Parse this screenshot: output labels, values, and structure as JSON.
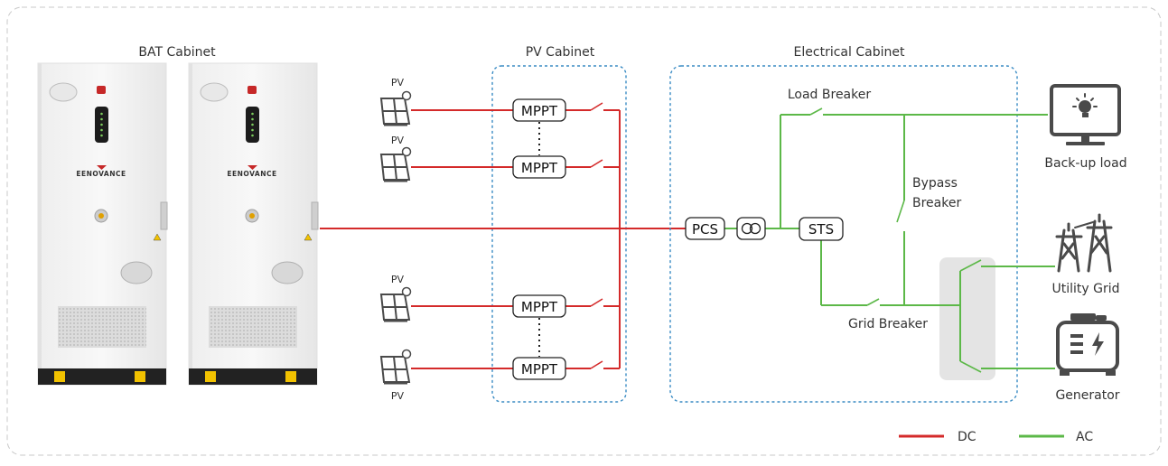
{
  "cabinets": {
    "bat": "BAT Cabinet",
    "pv": "PV Cabinet",
    "electrical": "Electrical Cabinet"
  },
  "battery_brand": "EENOVANCE",
  "pv_label": "PV",
  "mppt_label": "MPPT",
  "components": {
    "pcs": "PCS",
    "sts": "STS"
  },
  "breakers": {
    "load": "Load Breaker",
    "bypass_line1": "Bypass",
    "bypass_line2": "Breaker",
    "grid": "Grid Breaker"
  },
  "outputs": {
    "backup_load": "Back-up load",
    "utility_grid": "Utility Grid",
    "generator": "Generator"
  },
  "legend": {
    "dc": "DC",
    "ac": "AC"
  },
  "colors": {
    "dc": "#d42a2a",
    "ac": "#5cb848",
    "cabinet_border": "#3a8cc4",
    "frame": "#c8c8c8",
    "icon": "#4a4a4a"
  }
}
